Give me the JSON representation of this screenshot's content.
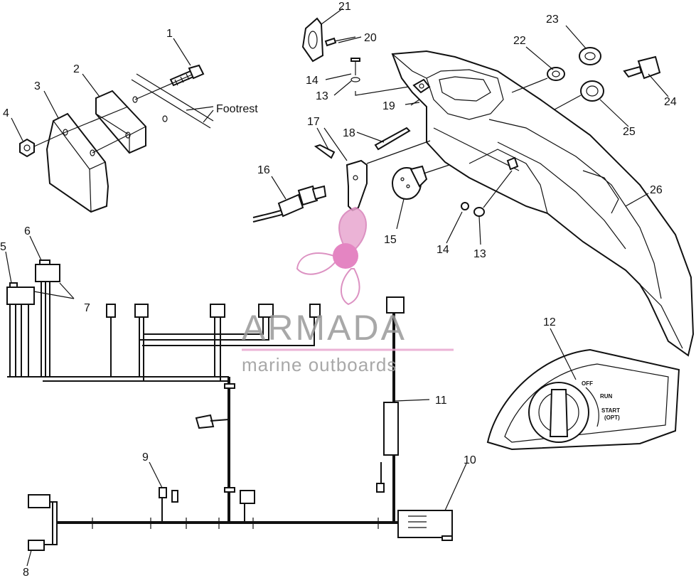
{
  "callouts": [
    "1",
    "2",
    "3",
    "4",
    "5",
    "6",
    "7",
    "8",
    "9",
    "10",
    "11",
    "12",
    "13",
    "14",
    "15",
    "16",
    "17",
    "18",
    "19",
    "20",
    "21",
    "22",
    "23",
    "24",
    "25",
    "26"
  ],
  "repeat_callouts": {
    "14b": "14",
    "13b": "13"
  },
  "footrest_label": "Footrest",
  "switch_labels": {
    "off": "OFF",
    "run": "RUN",
    "start": "START",
    "opt": "(OPT)"
  },
  "watermark": {
    "title": "ARMADA",
    "subtitle": "marine outboards",
    "color": "#e8a6cf"
  }
}
